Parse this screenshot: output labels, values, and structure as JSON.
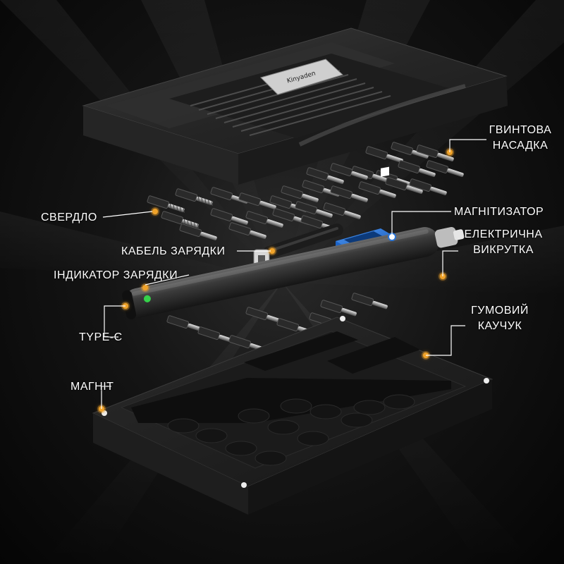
{
  "brand_plate": "Kinyaden",
  "labels": {
    "bit": [
      "ГВИНТОВА",
      "НАСАДКА"
    ],
    "drill": "СВЕРДЛО",
    "magnetizer": "МАГНІТИЗАТОР",
    "electric_screwdriver": [
      "ЕЛЕКТРИЧНА",
      "ВИКРУТКА"
    ],
    "charging_cable": "КАБЕЛЬ ЗАРЯДКИ",
    "charging_indicator": "ІНДИКАТОР ЗАРЯДКИ",
    "rubber": [
      "ГУМОВИЙ",
      "КАУЧУК"
    ],
    "type_c": "TYPE-C",
    "magnet": "МАГНІТ"
  },
  "colors": {
    "accent_callout": "#f0a32a",
    "magnetizer_blue": "#1f6fd8",
    "indicator_green": "#35d24a",
    "text": "#ffffff"
  }
}
